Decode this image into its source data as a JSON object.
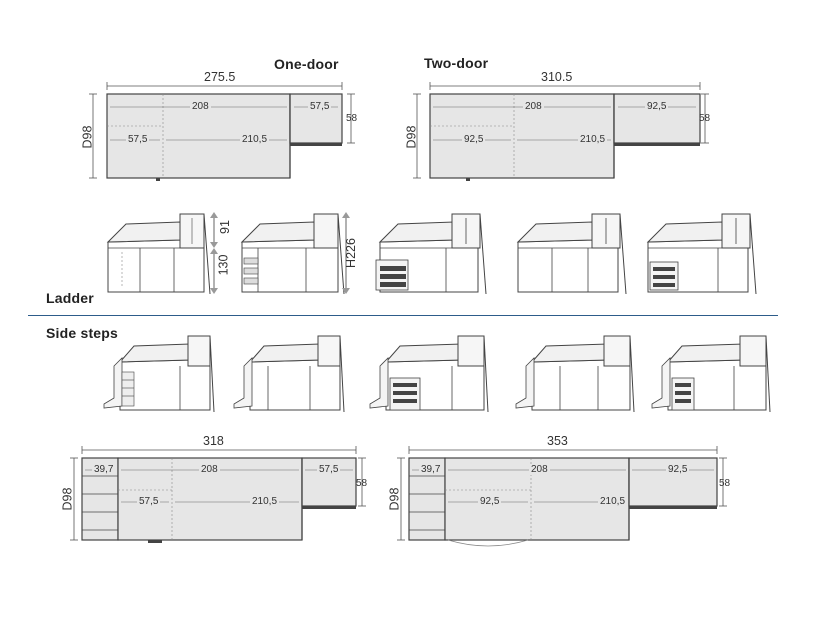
{
  "labels": {
    "one_door": "One-door",
    "two_door": "Two-door",
    "ladder": "Ladder",
    "side_steps": "Side steps"
  },
  "plan_one_door": {
    "total": "275.5",
    "depth": "D98",
    "upper_main": "208",
    "upper_side": "57,5",
    "lower_left": "57,5",
    "lower_main": "210,5",
    "side_depth": "58"
  },
  "plan_two_door": {
    "total": "310.5",
    "depth": "D98",
    "upper_main": "208",
    "upper_side": "92,5",
    "lower_left": "92,5",
    "lower_main": "210,5",
    "side_depth": "58"
  },
  "ladder_dims": {
    "top": "91",
    "bottom": "130",
    "height": "H226"
  },
  "plan_steps_one_door": {
    "total": "318",
    "depth": "D98",
    "step": "39,7",
    "upper_main": "208",
    "upper_side": "57,5",
    "lower_left": "57,5",
    "lower_main": "210,5",
    "side_depth": "58"
  },
  "plan_steps_two_door": {
    "total": "353",
    "depth": "D98",
    "step": "39,7",
    "upper_main": "208",
    "upper_side": "92,5",
    "lower_left": "92,5",
    "lower_main": "210,5",
    "side_depth": "58"
  }
}
